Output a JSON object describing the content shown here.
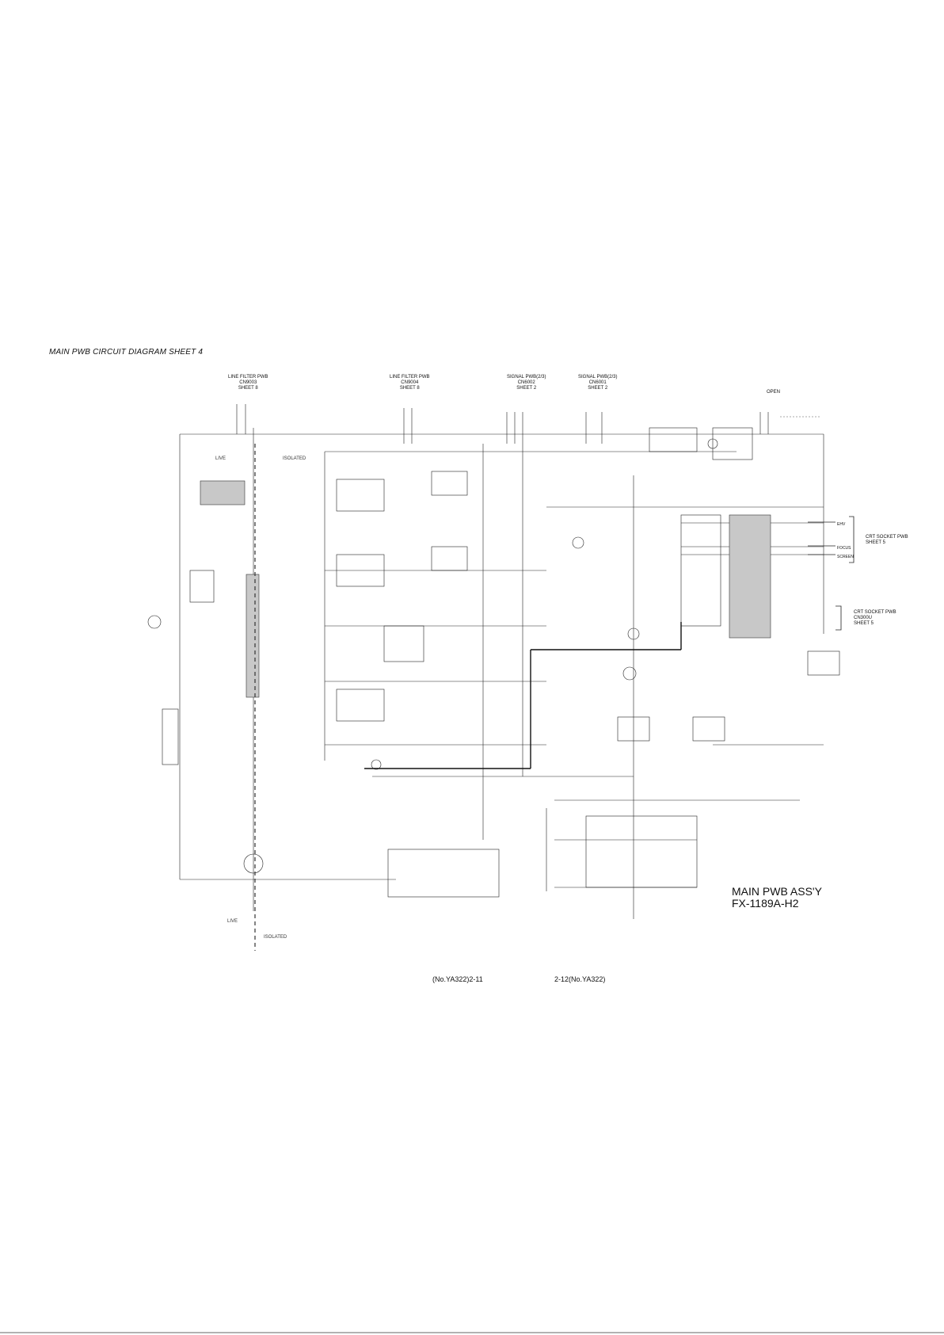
{
  "sheet_title": "MAIN PWB CIRCUIT DIAGRAM SHEET 4",
  "connectors": [
    {
      "lines": [
        "LINE FILTER PWB",
        "CN9003",
        "SHEET 8"
      ]
    },
    {
      "lines": [
        "LINE FILTER PWB",
        "CN9004",
        "SHEET 8"
      ]
    },
    {
      "lines": [
        "SIGNAL PWB(2/3)",
        "CN6002",
        "SHEET 2"
      ]
    },
    {
      "lines": [
        "SIGNAL PWB(2/3)",
        "CN6001",
        "SHEET 2"
      ]
    }
  ],
  "open_label": "OPEN",
  "crt_socket_1": {
    "lines": [
      "CRT SOCKET PWB",
      "SHEET 5"
    ]
  },
  "crt_socket_2": {
    "lines": [
      "CRT SOCKET PWB",
      "CN300U",
      "SHEET 5"
    ]
  },
  "pins": {
    "ehv": "EHV",
    "focus": "FOCUS",
    "screen": "SCREEN"
  },
  "isolation": {
    "live_top": "LIVE",
    "isolated_top": "ISOLATED",
    "live_bottom": "LIVE",
    "isolated_bottom": "ISOLATED"
  },
  "assembly": {
    "line1": "MAIN PWB ASS'Y",
    "line2": "FX-1189A-H2"
  },
  "footer": {
    "left": "(No.YA322)2-11",
    "right": "2-12(No.YA322)"
  }
}
